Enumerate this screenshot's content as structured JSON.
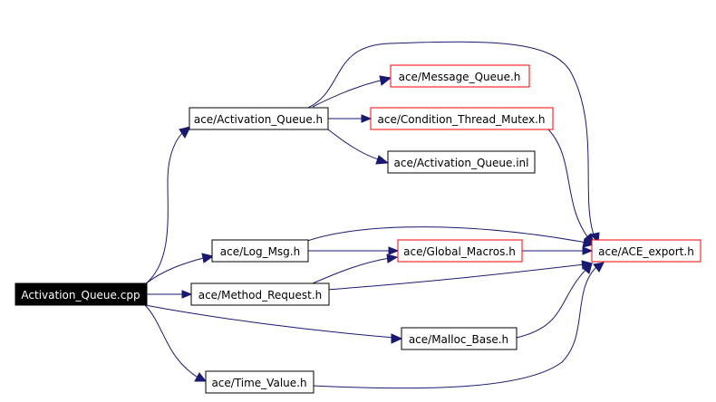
{
  "graph": {
    "root": "Activation_Queue.cpp",
    "nodes": {
      "activation_queue_h": "ace/Activation_Queue.h",
      "message_queue_h": "ace/Message_Queue.h",
      "condition_thread_mutex_h": "ace/Condition_Thread_Mutex.h",
      "activation_queue_inl": "ace/Activation_Queue.inl",
      "log_msg_h": "ace/Log_Msg.h",
      "global_macros_h": "ace/Global_Macros.h",
      "ace_export_h": "ace/ACE_export.h",
      "method_request_h": "ace/Method_Request.h",
      "malloc_base_h": "ace/Malloc_Base.h",
      "time_value_h": "ace/Time_Value.h"
    },
    "colors": {
      "edge": "#191970",
      "documented_border": "#000000",
      "undocumented_border": "#ff0000",
      "root_fill": "#000000",
      "root_text": "#ffffff"
    }
  }
}
